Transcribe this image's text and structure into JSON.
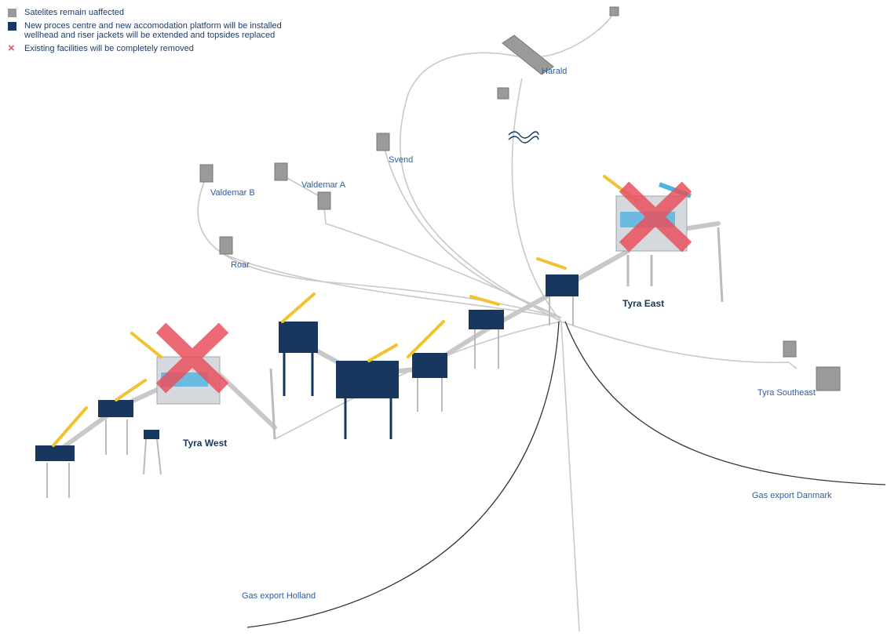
{
  "colors": {
    "satellite": "#9a9a9a",
    "new_platform": "#17375e",
    "removed": "#e8515f",
    "crane": "#f2c230",
    "highlight": "#4fb3e0",
    "pipe": "#c8c8c8",
    "export_line": "#222222",
    "label": "#2b5ea0"
  },
  "legend": {
    "satellite": "Satelites remain uaffected",
    "new_facility": "New proces centre and new accomodation platform will be installed\nwellhead and riser jackets will be extended and topsides replaced",
    "removed": "Existing facilities will be completely removed",
    "removed_icon": "×"
  },
  "labels": {
    "harald": "Harald",
    "svend": "Svend",
    "valdemar_b": "Valdemar B",
    "valdemar_a": "Valdemar A",
    "roar": "Roar",
    "tyra_east": "Tyra East",
    "tyra_west": "Tyra West",
    "tyra_southeast": "Tyra Southeast",
    "gas_export_danmark": "Gas export Danmark",
    "gas_export_holland": "Gas export Holland"
  },
  "icons": {
    "satellite_unit": "grey-box-icon",
    "new_unit": "dark-blue-box-icon",
    "removed_marker": "red-x-icon",
    "pipeline_break": "wave-break-icon"
  }
}
